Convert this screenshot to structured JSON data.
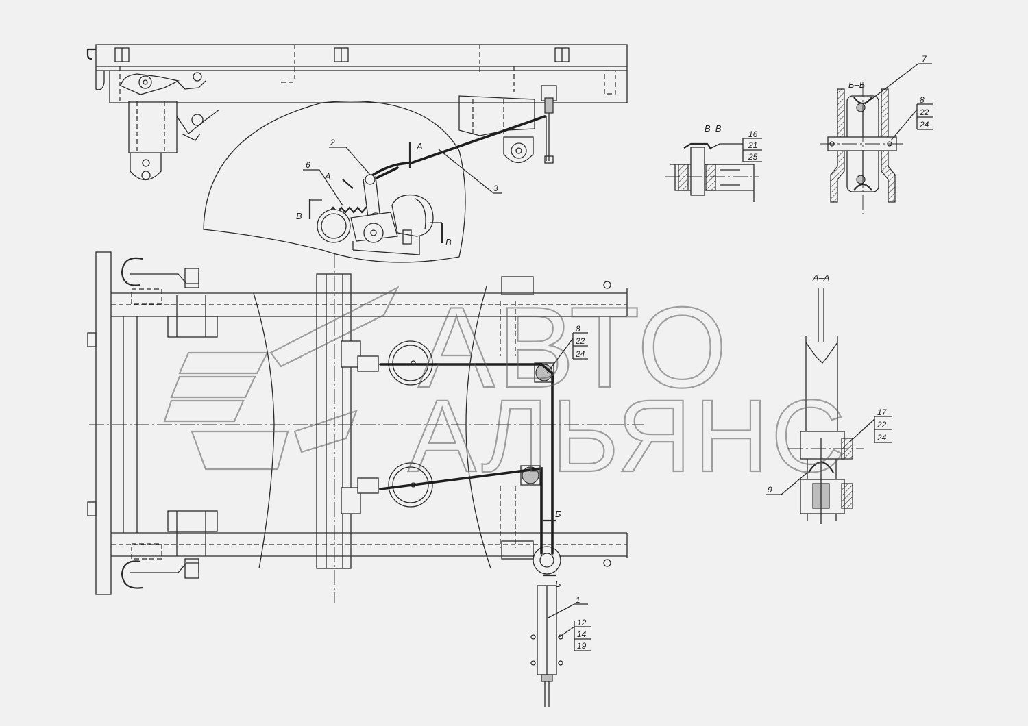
{
  "watermark": {
    "line1": "АВТО",
    "line2": "АЛЬЯНС"
  },
  "sections": {
    "a": "А–А",
    "b": "Б–Б",
    "v": "В–В"
  },
  "cut_marks": {
    "a": "А",
    "b": "Б",
    "v": "В"
  },
  "callouts": {
    "c1": "1",
    "c2": "2",
    "c3": "3",
    "c6": "6",
    "c7": "7",
    "c9": "9"
  },
  "stacks": {
    "vv": [
      "16",
      "21",
      "25"
    ],
    "bb": [
      "8",
      "22",
      "24"
    ],
    "mid": [
      "8",
      "22",
      "24"
    ],
    "aa": [
      "17",
      "22",
      "24"
    ],
    "bottom": [
      "12",
      "14",
      "19"
    ]
  }
}
